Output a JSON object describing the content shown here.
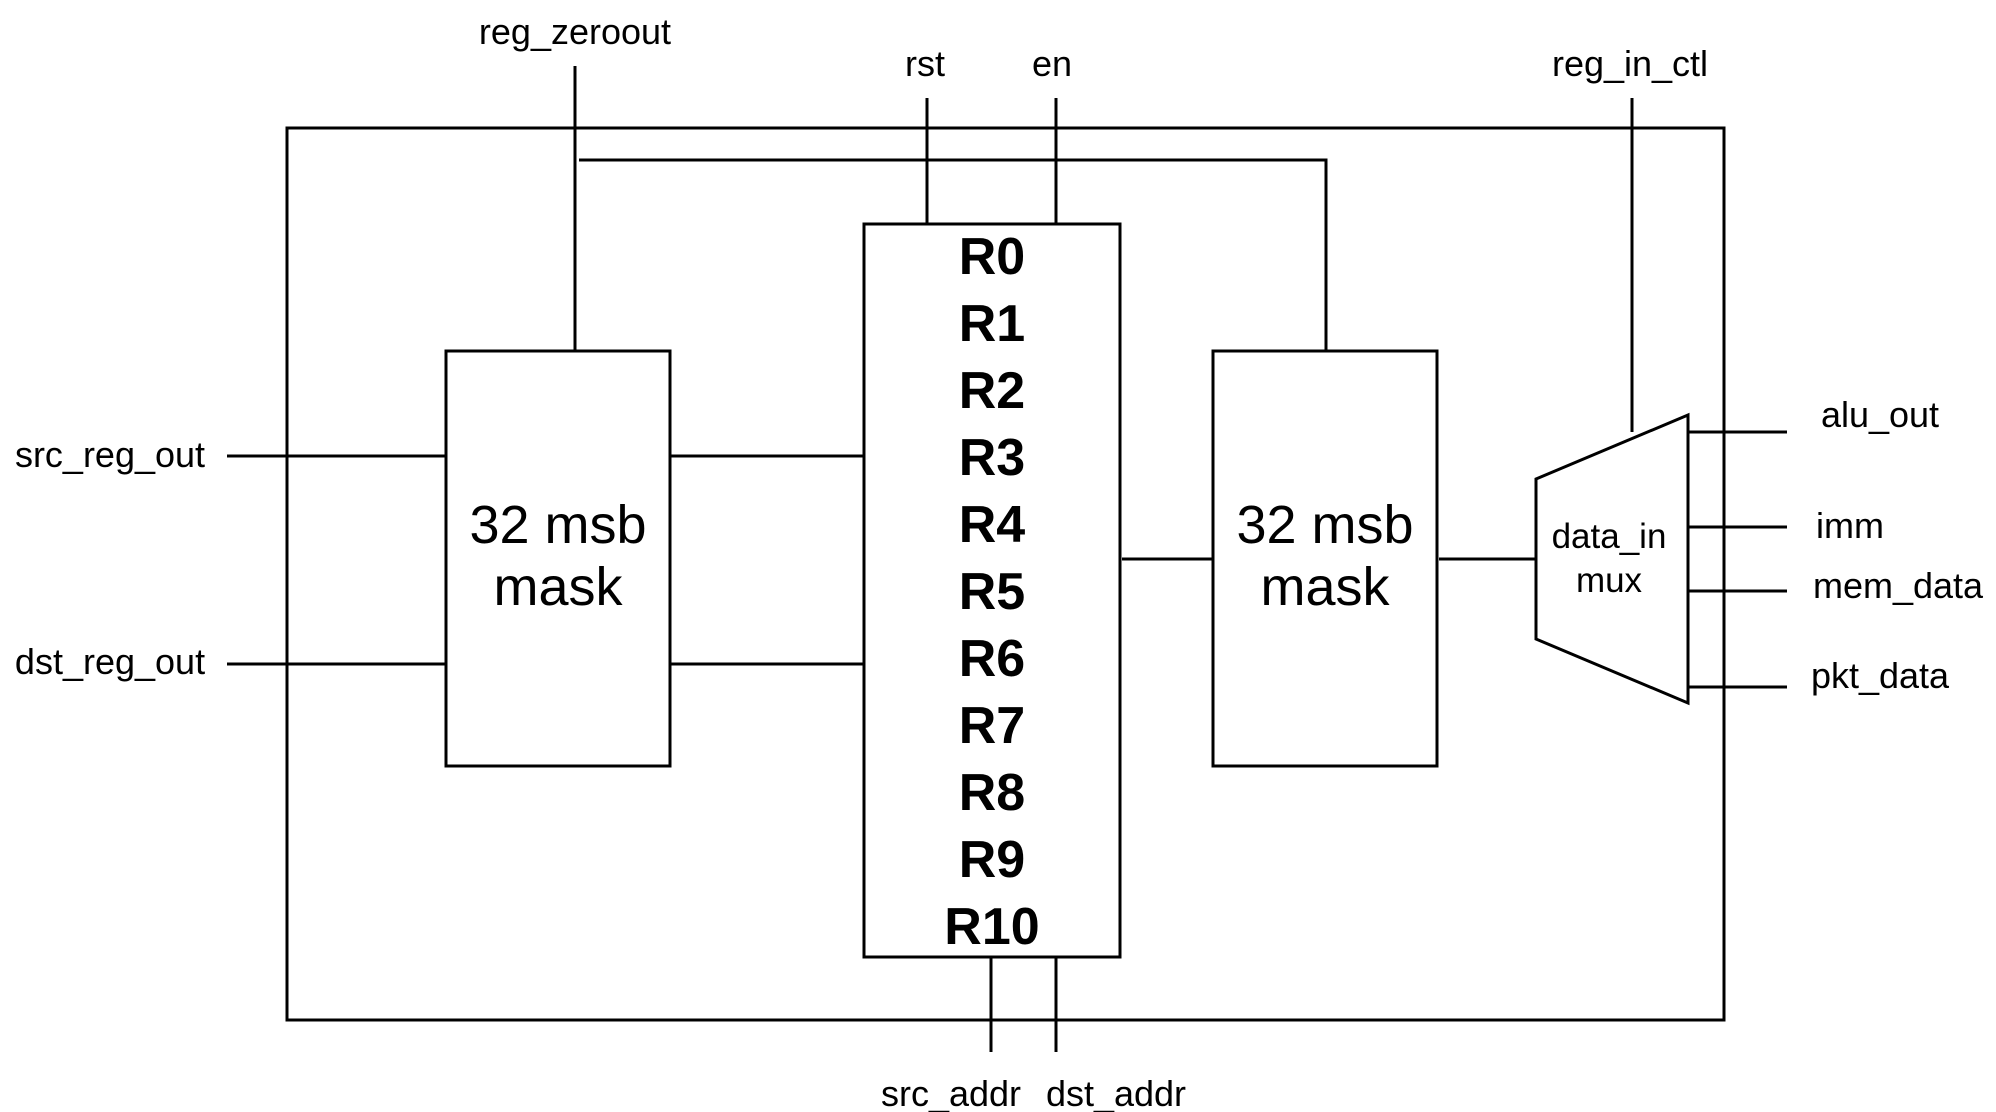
{
  "signals": {
    "top": {
      "reg_zeroout": "reg_zeroout",
      "rst": "rst",
      "en": "en",
      "reg_in_ctl": "reg_in_ctl"
    },
    "left": {
      "src_reg_out": "src_reg_out",
      "dst_reg_out": "dst_reg_out"
    },
    "right": {
      "alu_out": "alu_out",
      "imm": "imm",
      "mem_data": "mem_data",
      "pkt_data": "pkt_data"
    },
    "bottom": {
      "src_addr": "src_addr",
      "dst_addr": "dst_addr"
    }
  },
  "blocks": {
    "mask_left": {
      "line1": "32 msb",
      "line2": "mask"
    },
    "mask_right": {
      "line1": "32 msb",
      "line2": "mask"
    },
    "mux": {
      "line1": "data_in",
      "line2": "mux"
    },
    "register_file": {
      "registers": [
        "R0",
        "R1",
        "R2",
        "R3",
        "R4",
        "R5",
        "R6",
        "R7",
        "R8",
        "R9",
        "R10"
      ]
    }
  }
}
